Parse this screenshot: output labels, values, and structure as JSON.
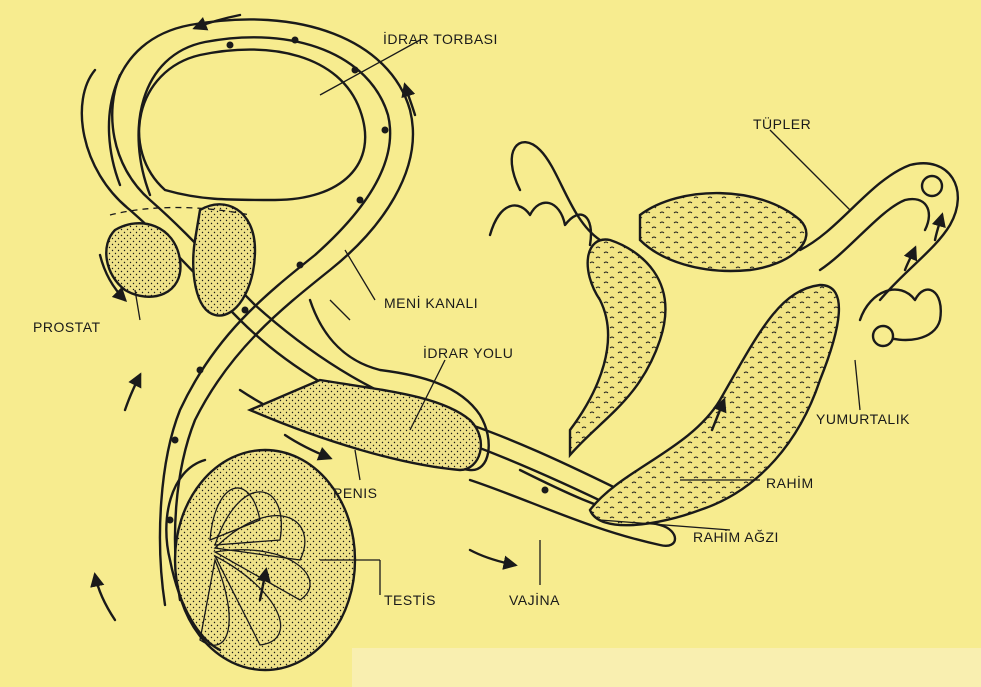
{
  "colors": {
    "background": "#f7ec8f",
    "ink": "#1a1a1a",
    "paper_patch": "#f9efb0",
    "stipple_fill": "#efe28a"
  },
  "labels": {
    "idrar_torbasi": "İDRAR TORBASI",
    "tupler": "TÜPLER",
    "meni_kanali": "MENİ KANALI",
    "prostat": "PROSTAT",
    "idrar_yolu": "İDRAR YOLU",
    "yumurtalik": "YUMURTALIK",
    "rahim": "RAHİM",
    "penis": "PENIS",
    "rahim_agzi": "RAHİM AĞZI",
    "testis": "TESTİS",
    "vajina": "VAJİNA"
  },
  "icons": [
    "flow-arrow-icon",
    "sperm-icon",
    "ovum-icon"
  ]
}
